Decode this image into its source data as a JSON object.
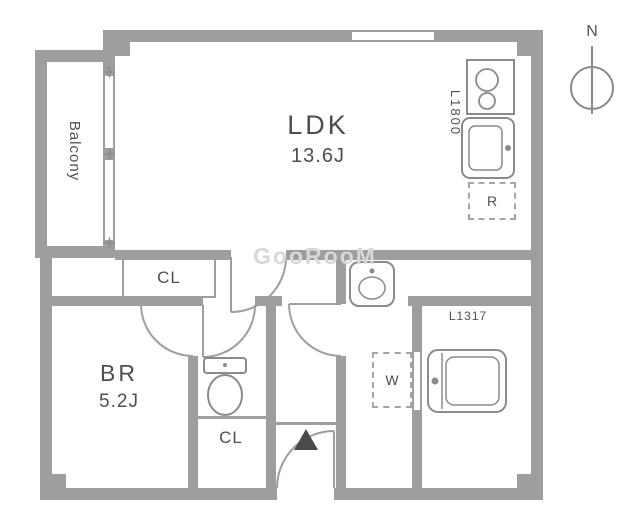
{
  "watermark": "GooRooM",
  "compass_north": "N",
  "rooms": {
    "ldk": {
      "name": "LDK",
      "area": "13.6J"
    },
    "bedroom": {
      "name": "BR",
      "area": "5.2J"
    },
    "balcony": "Balcony",
    "closet_upper": "CL",
    "closet_lower": "CL"
  },
  "annotations": {
    "kitchen_counter": "L1800",
    "vanity_counter": "L1317",
    "refrigerator": "R",
    "washing_machine": "W"
  },
  "icons": [
    "north-compass-icon",
    "stove-icon",
    "kitchen-sink-icon",
    "washbasin-icon",
    "toilet-icon",
    "bathtub-icon",
    "entrance-triangle-icon",
    "door-swing-arc",
    "window"
  ],
  "colors": {
    "wall": "#9e9e9e",
    "fixture_line": "#8a8a8a",
    "label_text": "#4f4f4f",
    "watermark": "#d8d8d8",
    "entrance_marker": "#4a4a4a",
    "background": "#ffffff"
  }
}
